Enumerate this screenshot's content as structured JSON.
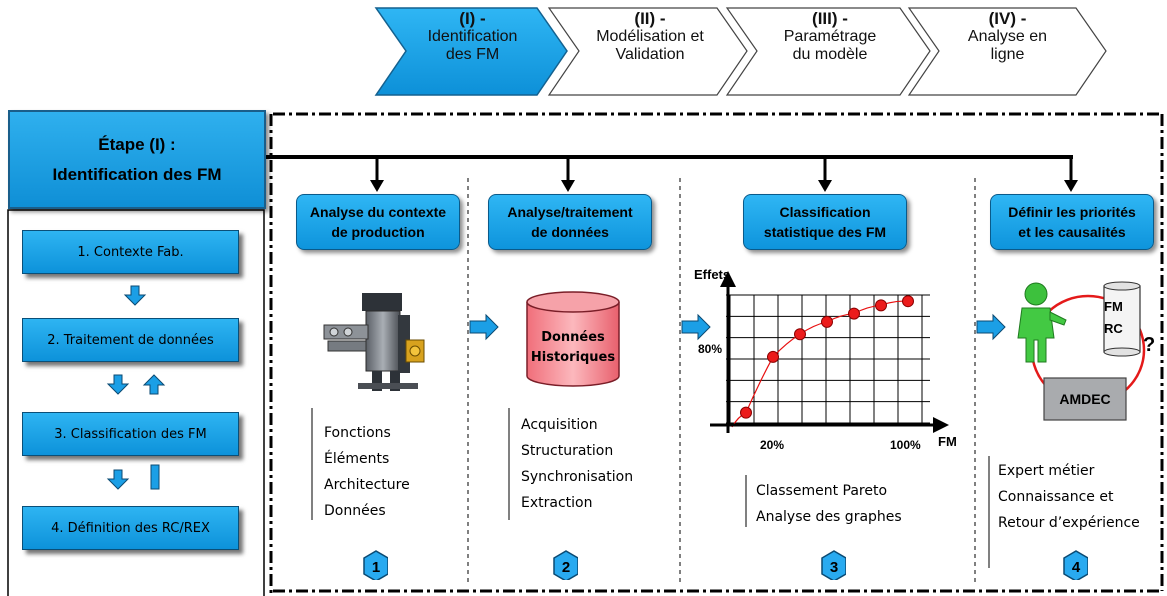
{
  "process": {
    "steps": [
      {
        "num": "(I) -",
        "line1": "Identification",
        "line2": "des FM"
      },
      {
        "num": "(II) -",
        "line1": "Modélisation et",
        "line2": "Validation"
      },
      {
        "num": "(III) -",
        "line1": "Paramétrage",
        "line2": "du modèle"
      },
      {
        "num": "(IV) -",
        "line1": "Analyse en",
        "line2": "ligne"
      }
    ],
    "active_color": "#1ea7ee"
  },
  "stage": {
    "line1": "Étape (I) :",
    "line2": "Identification des FM"
  },
  "left_steps": [
    "1. Contexte Fab.",
    "2. Traitement de données",
    "3. Classification des FM",
    "4. Définition des RC/REX"
  ],
  "columns": [
    {
      "head1": "Analyse du contexte",
      "head2": "de production",
      "items": [
        "Fonctions",
        "Éléments",
        "Architecture",
        "Données"
      ],
      "number": "1"
    },
    {
      "head1": "Analyse/traitement",
      "head2": "de données",
      "items": [
        "Acquisition",
        "Structuration",
        "Synchronisation",
        "Extraction"
      ],
      "number": "2"
    },
    {
      "head1": "Classification",
      "head2": "statistique des FM",
      "items": [
        "Classement Pareto",
        "Analyse des graphes"
      ],
      "number": "3"
    },
    {
      "head1": "Définir les priorités",
      "head2": "et les causalités",
      "items": [
        "Expert métier",
        "Connaissance et",
        "Retour d’expérience"
      ],
      "number": "4"
    }
  ],
  "database": {
    "line1": "Données",
    "line2": "Historiques"
  },
  "pareto": {
    "ylabel": "Effets",
    "xlabel": "FM",
    "y_tick": "80%",
    "x_tick_start": "20%",
    "x_tick_end": "100%",
    "points": [
      0.05,
      0.32,
      0.43,
      0.49,
      0.53,
      0.57,
      0.59
    ]
  },
  "amdec": {
    "label": "AMDEC",
    "scroll1": "FM",
    "scroll2": "RC",
    "question": "?"
  }
}
